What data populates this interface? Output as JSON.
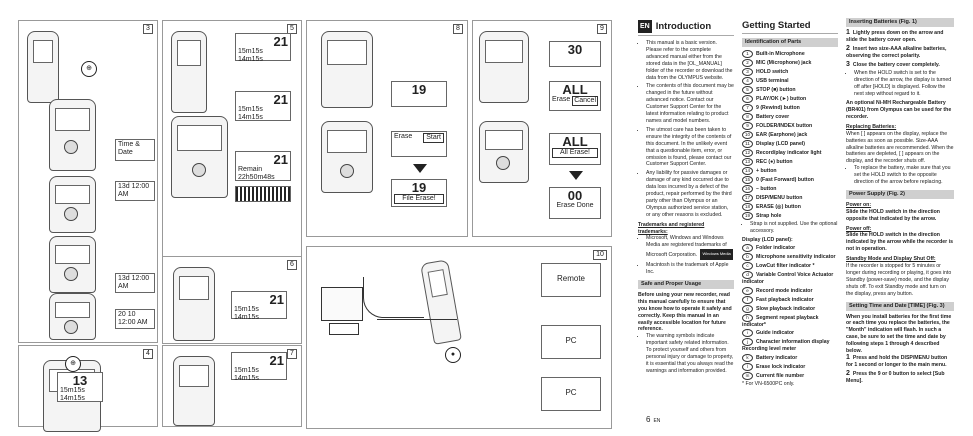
{
  "panels": {
    "p3": {
      "num": "3",
      "lcd1": "Time & Date",
      "lcd2": "13d  12:00 AM",
      "lcd3": "13d  12:00 AM",
      "lcd4": "20 10  12:00 AM"
    },
    "p4": {
      "num": "4",
      "lcd_time": "13",
      "lcd_sub": "15m15s   14m15s"
    },
    "p5": {
      "num": "5",
      "lcd1": "21",
      "lcd1_sub": "15m15s   14m15s",
      "lcd2": "21",
      "lcd2_sub": "15m15s   14m15s",
      "lcd3": "21",
      "lcd3_sub": "Remain  22h50m48s"
    },
    "p6": {
      "num": "6",
      "lcd_sub": "15m15s   14m15s"
    },
    "p7": {
      "num": "7",
      "lcd_sub": "15m15s   14m15s"
    },
    "p8": {
      "num": "8",
      "lcd1": "19",
      "lcd2_a": "Erase",
      "lcd2_b": "Start",
      "lcd3": "19",
      "lcd3_sub": "File Erase!"
    },
    "p9": {
      "num": "9",
      "lcd1": "30",
      "lcd2": "ALL",
      "lcd2_a": "Erase",
      "lcd2_b": "Cancel",
      "lcd3": "ALL",
      "lcd3_sub": "All Erase!",
      "lcd4": "00",
      "lcd4_sub": "Erase Done"
    },
    "p10": {
      "num": "10",
      "box1": "Remote",
      "box2": "PC",
      "box3": "PC"
    }
  },
  "intro": {
    "tag": "EN",
    "title": "Introduction",
    "bullets": [
      "This manual is a basic version. Please refer to the complete advanced manual either from the stored data in the [OL_MANUAL] folder of the recorder or download the data from the OLYMPUS website.",
      "The contents of this document may be changed in the future without advanced notice. Contact our Customer Support Center for the latest information relating to product names and model numbers.",
      "The utmost care has been taken to ensure the integrity of the contents of this document. In the unlikely event that a questionable item, error, or omission is found, please contact our Customer Support Center.",
      "Any liability for passive damages or damage of any kind occurred due to data loss incurred by a defect of the product, repair performed by the third party other than Olympus or an Olympus authorized service station, or any other reasons is excluded."
    ],
    "tm_title": "Trademarks and registered trademarks:",
    "tm_bullets": [
      "Microsoft, Windows and Windows Media are registered trademarks of Microsoft Corporation.",
      "Macintosh is the trademark of Apple Inc."
    ],
    "logo_text": "Windows Media",
    "safety_band": "Safe and Proper Usage",
    "safety_text": "Before using your new recorder, read this manual carefully to ensure that you know how to operate it safely and correctly. Keep this manual in an easily accessible location for future reference.",
    "safety_bullets": [
      "The warning symbols indicate important safety related information. To protect yourself and others from personal injury or damage to property, it is essential that you always read the warnings and information provided."
    ]
  },
  "getting_started": {
    "title": "Getting Started",
    "band": "Identification of Parts",
    "parts": [
      "Built-in Microphone",
      "MIC (Microphone) jack",
      "HOLD switch",
      "USB terminal",
      "STOP (■) button",
      "PLAY/OK (►) button",
      "9 (Rewind) button",
      "Battery cover",
      "FOLDER/INDEX button",
      "EAR (Earphone) jack",
      "Display (LCD panel)",
      "Record/play indicator light",
      "REC (●) button",
      "+ button",
      "0 (Fast Forward) button",
      "– button",
      "DISP/MENU button",
      "ERASE (◎) button",
      "Strap hole"
    ],
    "strap_note": "Strap is not supplied. Use the optional accessory.",
    "display_title": "Display (LCD panel):",
    "display_items": [
      "Folder indicator",
      "Microphone sensitivity indicator",
      "LowCut filter indicator *",
      "Variable Control Voice Actuator indicator",
      "Record mode indicator",
      "Fast playback indicator",
      "Slow playback indicator",
      "Segment repeat playback indicator*",
      "Guide indicator",
      "Character information display Recording level meter",
      "Battery indicator",
      "Erase lock indicator",
      "Current file number"
    ],
    "display_note": "* For VN-6500PC only."
  },
  "batteries": {
    "band": "Inserting Batteries (Fig. 1)",
    "steps": [
      "Lightly press down on the arrow and slide the battery cover open.",
      "Insert two size-AAA alkaline batteries, observing the correct polarity.",
      "Close the battery cover completely."
    ],
    "step3_bullet": "When the HOLD switch is set to the direction of the arrow, the display is turned off after [HOLD] is displayed. Follow the next step without regard to it.",
    "nimh": "An optional Ni-MH Rechargeable Battery (BR401) from Olympus can be used for the recorder.",
    "replace_title": "Replacing Batteries:",
    "replace_text": "When [  ] appears on the display, replace the batteries as soon as possible. Size-AAA alkaline batteries are recommended. When the batteries are depleted, [  ] appears on the display, and the recorder shuts off.",
    "replace_bullet": "To replace the battery, make sure that you set the HOLD switch to the opposite direction of the arrow before replacing."
  },
  "power": {
    "band": "Power Supply (Fig. 2)",
    "on_title": "Power on:",
    "on_text": "Slide the HOLD switch in the direction opposite that indicated by the arrow.",
    "off_title": "Power off:",
    "off_text": "Slide the HOLD switch in the direction indicated by the arrow while the recorder is not in operation.",
    "standby_title": "Standby Mode and Display Shut Off:",
    "standby_text": "If the recorder is stopped for 5 minutes or longer during recording or playing, it goes into Standby (power-save) mode, and the display shuts off. To exit Standby mode and turn on the display, press any button."
  },
  "time": {
    "band": "Setting Time and Date [TIME] (Fig. 3)",
    "intro": "When you install batteries for the first time or each time you replace the batteries, the \"Month\" indication will flash. In such a case, be sure to set the time and date by following steps 1 through 4 described below.",
    "steps": [
      "Press and hold the DISP/MENU button for 1 second or longer to the main menu.",
      "Press the 9 or 0 button to select [Sub Menu]."
    ]
  },
  "footer": {
    "page": "6",
    "lang": "EN"
  }
}
